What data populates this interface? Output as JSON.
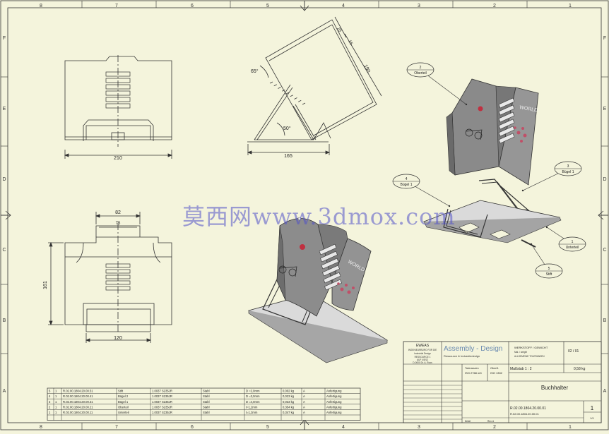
{
  "frame": {
    "col_labels": [
      "8",
      "7",
      "6",
      "5",
      "4",
      "3",
      "2",
      "1"
    ],
    "row_labels": [
      "F",
      "E",
      "D",
      "C",
      "B",
      "A"
    ]
  },
  "watermark": "莫西网www.3dmox.com",
  "dimensions": {
    "top_width": "210",
    "side_base": "165",
    "side_angle_top": "65°",
    "side_angle_bottom": "50°",
    "side_len_a": "25",
    "side_len_b": "15",
    "side_len_c": "190",
    "bottom_outer": "82",
    "bottom_inner": "75",
    "bottom_height": "161",
    "bottom_width": "120"
  },
  "balloons": [
    {
      "num": "2",
      "label": "Oberteil"
    },
    {
      "num": "3",
      "label": "Bügel 1"
    },
    {
      "num": "4",
      "label": "Bügel 1"
    },
    {
      "num": "1",
      "label": "Unterteil"
    },
    {
      "num": "5",
      "label": "Stift"
    }
  ],
  "decal_text": "WORLD",
  "bom": {
    "rows": [
      {
        "pos": "5",
        "qty": "1",
        "part": "R.02.00.1804.20.00.51",
        "name": "Stift",
        "norm": "1.0037 S235JR",
        "mat": "Stahl",
        "dim": "D =2,0mm",
        "mass": "0,002 kg",
        "cls": "A",
        "note": "Anfertigung"
      },
      {
        "pos": "4",
        "qty": "1",
        "part": "R.02.00.1804.20.00.41",
        "name": "Bügel 2",
        "norm": "1.0037 S235JR",
        "mat": "Stahl",
        "dim": "D =3,0mm",
        "mass": "0,023 kg",
        "cls": "A",
        "note": "Anfertigung"
      },
      {
        "pos": "3",
        "qty": "1",
        "part": "R.02.00.1804.20.00.31",
        "name": "Bügel 1",
        "norm": "1.0037 S235JR",
        "mat": "Stahl",
        "dim": "D =4,0mm",
        "mass": "0,033 kg",
        "cls": "A",
        "note": "Anfertigung"
      },
      {
        "pos": "2",
        "qty": "1",
        "part": "R.02.00.1804.20.00.21",
        "name": "Oberteil",
        "norm": "1.0037 S235JR",
        "mat": "Stahl",
        "dim": "t=1,2mm",
        "mass": "0,354 kg",
        "cls": "A",
        "note": "Anfertigung"
      },
      {
        "pos": "1",
        "qty": "1",
        "part": "R.02.00.1804.20.00.11",
        "name": "Unterteil",
        "norm": "1.0037 S235JR",
        "mat": "Stahl",
        "dim": "t=1,2mm",
        "mass": "0,347 kg",
        "cls": "A",
        "note": "Anfertigung"
      }
    ]
  },
  "title_block": {
    "company": "EWEAS",
    "company_info": [
      "INGENIEURBÜRO FÜR DIE",
      "Industrial Design",
      "RESSOURCE 1",
      "AUF 4/5/12",
      "D-0000 Dr. A. Roos"
    ],
    "brand": "Assembly - Design",
    "brand_sub": "Ressource & Industriedesign",
    "proj_lines": [
      "WERKSTOFF / GEWICHT",
      "Mat. / weight",
      "ALLGEMEINE TOLERANZEN"
    ],
    "proj_code": "02 / 01",
    "scale_label": "Maßstab 1 : 2",
    "weight": "0,58 kg",
    "tol_label": "Toleranzen",
    "tol_val": "ISO 2768 mK",
    "surface_label": "Oberfl.",
    "surface_val": "ISO 1302",
    "title": "Buchhalter",
    "drawing_no": "R.02.00.1804.20.00.01",
    "drawing_no_2": "R.02.00.1804.20.00.01",
    "sheet": "1",
    "sheets": "1/1",
    "drawn_by": "Dekel",
    "revision": "Rev. A"
  }
}
